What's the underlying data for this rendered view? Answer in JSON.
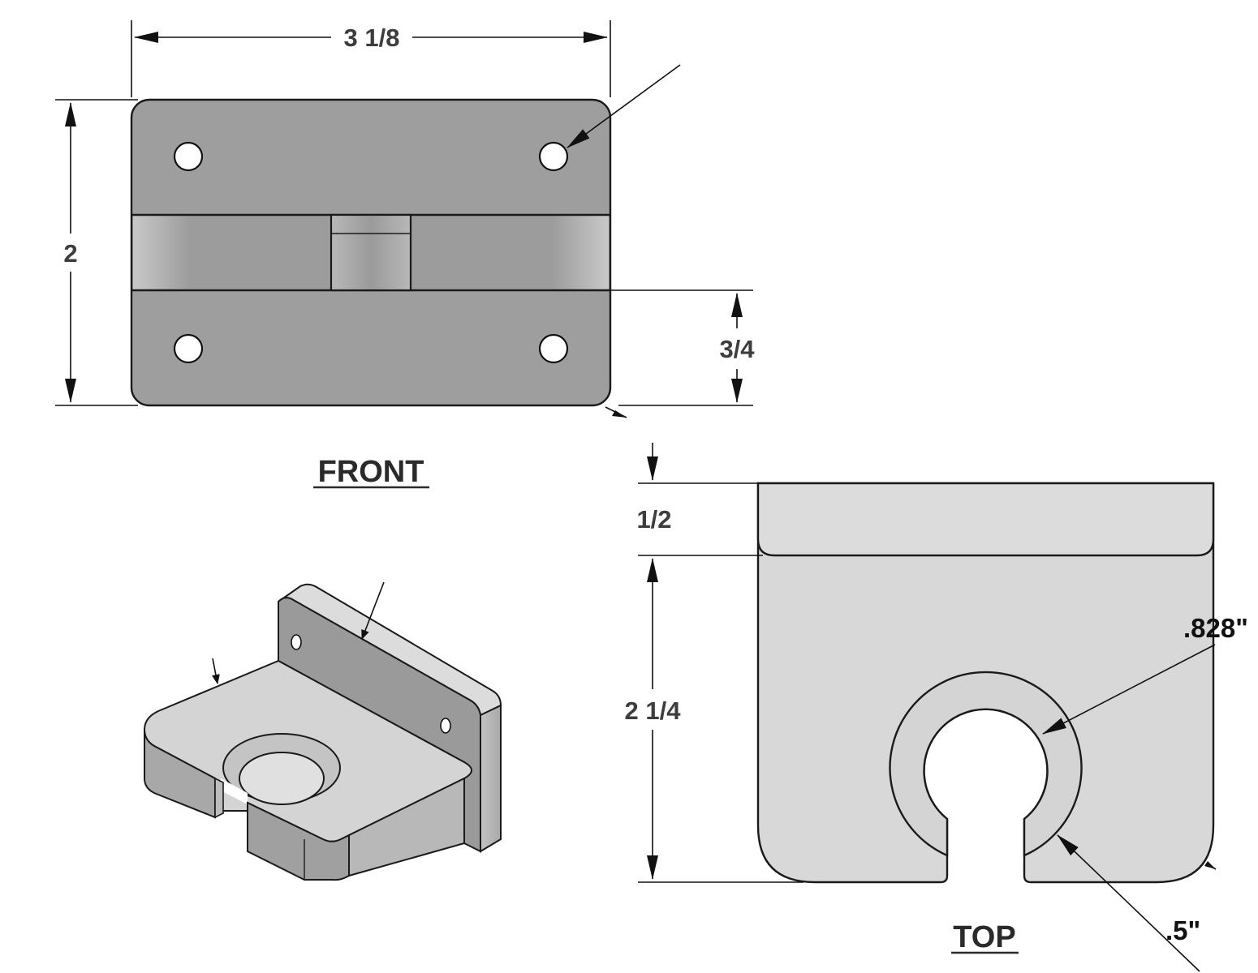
{
  "views": {
    "front": "FRONT",
    "top": "TOP"
  },
  "dimensions": {
    "front_width": "3 1/8",
    "front_height": "2",
    "front_lower": "3/4",
    "top_upper": "1/2",
    "top_depth": "2 1/4",
    "hole_outer_diameter": ".828\"",
    "slot_width": ".5\""
  },
  "colors": {
    "front_plate": "#9e9e9e",
    "top_plate": "#d8d8d8",
    "iso_face": "#d4d4d4",
    "line": "#111111"
  }
}
